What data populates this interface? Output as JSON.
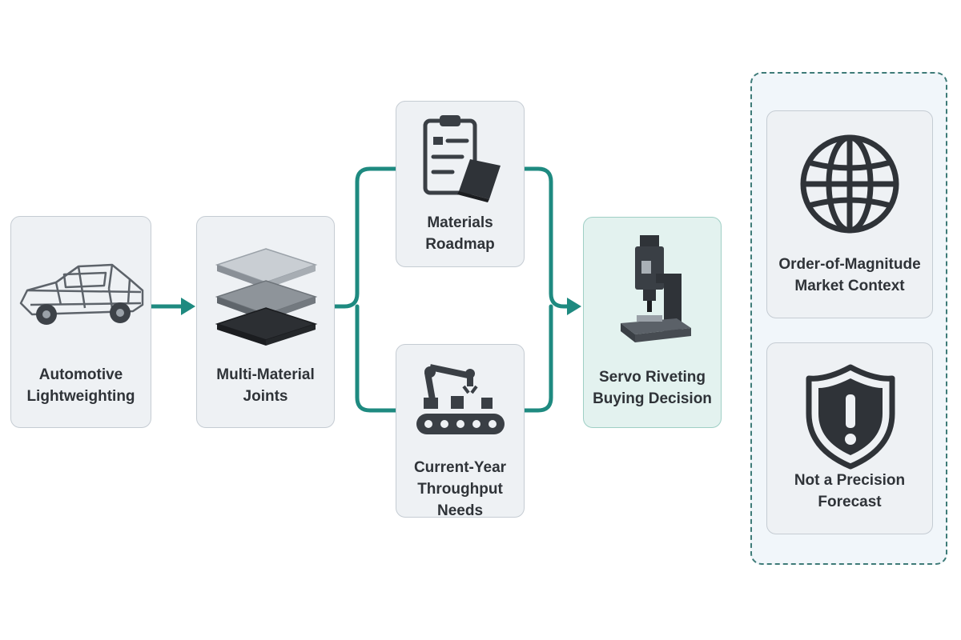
{
  "colors": {
    "accent": "#1e8a80",
    "card_bg": "#eef1f4",
    "card_border": "#c5ccd3",
    "highlight_bg": "#e3f2ef",
    "panel_border": "#3e7b78",
    "text": "#2f3338"
  },
  "flow": {
    "automotive": {
      "label": "Automotive\nLightweighting",
      "icon": "car-body-icon"
    },
    "joints": {
      "label": "Multi-Material\nJoints",
      "icon": "material-layers-icon"
    },
    "roadmap": {
      "label": "Materials\nRoadmap",
      "icon": "clipboard-icon"
    },
    "throughput": {
      "label": "Current-Year\nThroughput Needs",
      "icon": "robot-conveyor-icon"
    },
    "decision": {
      "label": "Servo Riveting\nBuying Decision",
      "icon": "riveting-machine-icon"
    }
  },
  "panel": {
    "market": {
      "label": "Order-of-Magnitude\nMarket Context",
      "icon": "globe-icon"
    },
    "disclaimer": {
      "label": "Not a Precision\nForecast",
      "icon": "shield-warning-icon"
    }
  }
}
